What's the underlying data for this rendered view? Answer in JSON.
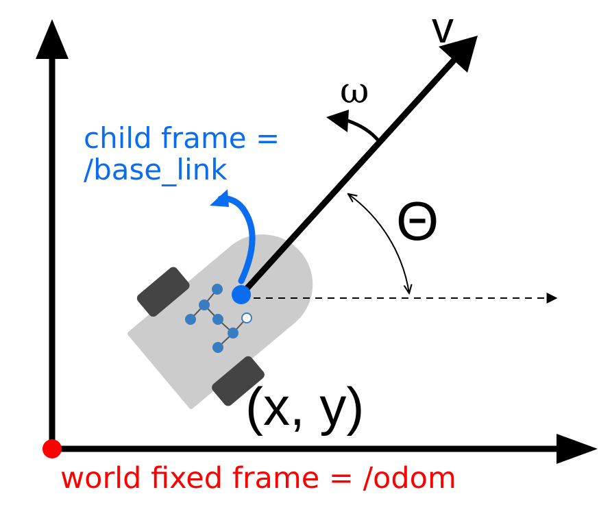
{
  "labels": {
    "velocity": "v",
    "angular_velocity": "ω",
    "heading_angle": "Θ",
    "position": "(x, y)",
    "child_frame_line1": "child frame =",
    "child_frame_line2": "/base_link",
    "world_frame": "world fixed frame = /odom"
  },
  "colors": {
    "axes": "#000000",
    "child_frame": "#0a6df0",
    "world_frame": "#ff0000",
    "robot_body": "#cccccc",
    "wheels": "#444444",
    "graph_nodes": "#3a7cc0",
    "graph_edges": "#555555"
  }
}
